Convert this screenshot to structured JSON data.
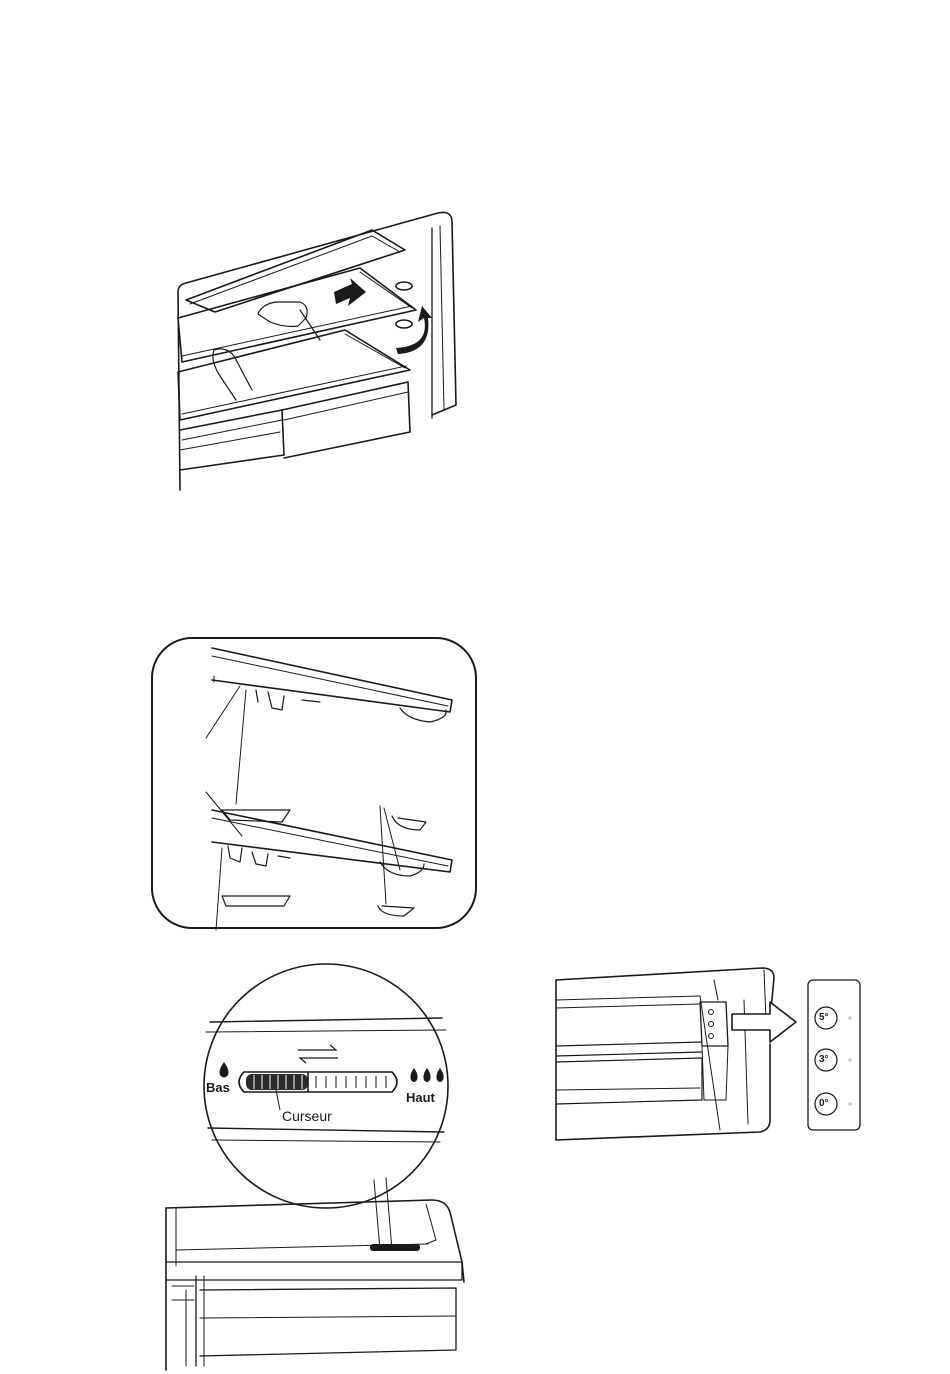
{
  "humidity_control": {
    "low_label": "Bas",
    "high_label": "Haut",
    "slider_label": "Curseur"
  },
  "temperature_panel": {
    "buttons": [
      {
        "label": "5°"
      },
      {
        "label": "3°"
      },
      {
        "label": "0°"
      }
    ]
  }
}
